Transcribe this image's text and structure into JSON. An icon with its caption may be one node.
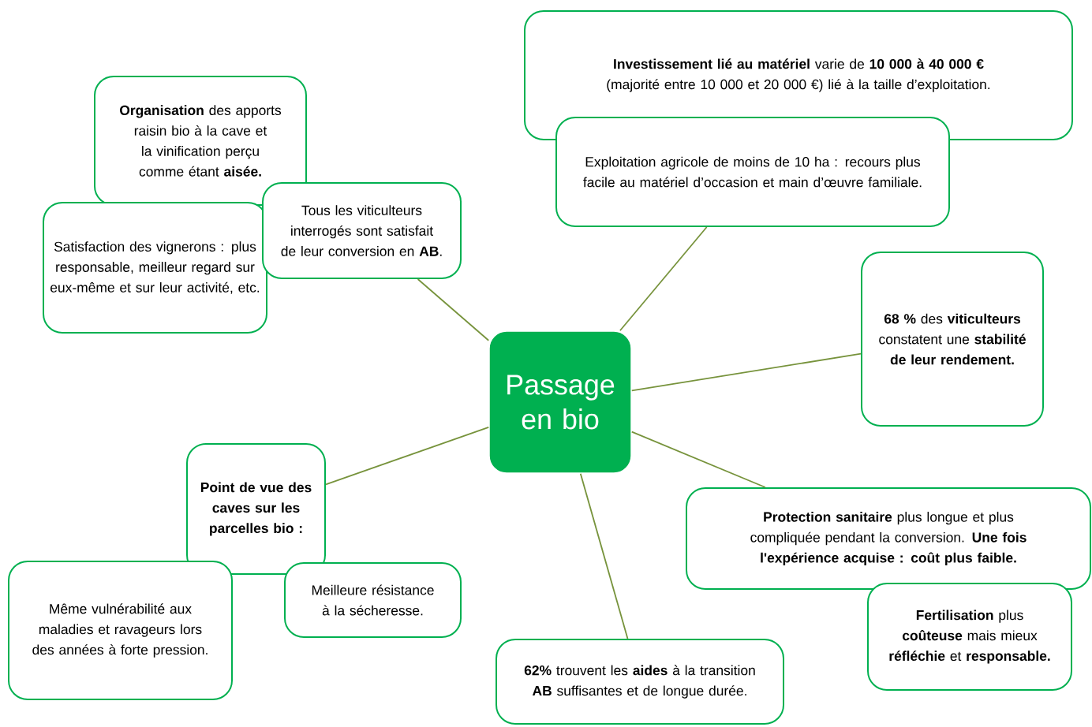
{
  "diagram": {
    "nodes": [
      {
        "text": [
          "Passage en bio"
        ]
      },
      {
        "text": [
          "**Organisation** des apports raisin bio à la cave et la vinification perçu comme étant **aisée.**"
        ]
      },
      {
        "text": [
          "Satisfaction des vignerons : plus responsable, meilleur regard sur eux-même et sur leur activité, etc."
        ]
      },
      {
        "text": [
          "Tous les viticulteurs interrogés sont satisfait de leur conversion en **AB**."
        ]
      },
      {
        "text": [
          "**Investissement lié au matériel** varie de **10 000 à 40 000 €** (majorité entre 10 000 et 20 000 €) lié à la taille d’exploitation."
        ]
      },
      {
        "text": [
          "Exploitation agricole de moins de 10 ha : recours plus facile au matériel d’occasion et main d’œuvre familiale."
        ]
      },
      {
        "text": [
          "**68 %** des **viticulteurs** constatent une **stabilité de leur rendement.**"
        ]
      },
      {
        "text": [
          "Point de vue des caves sur les parcelles bio :"
        ]
      },
      {
        "text": [
          "Même vulnérabilité aux maladies et ravageurs lors des années à forte pression."
        ]
      },
      {
        "text": [
          "Meilleure résistance à la sécheresse."
        ]
      },
      {
        "text": [
          "**Protection sanitaire** plus longue et plus compliquée pendant la conversion. **Une fois l'expérience acquise : coût plus faible.**"
        ]
      },
      {
        "text": [
          "**Fertilisation** plus **coûteuse** mais mieux **réfléchie** et **responsable.**"
        ]
      },
      {
        "text": [
          "**62%** trouvent les **aides** à la transition **AB** suffisantes et de longue durée."
        ]
      }
    ],
    "edges": [
      {
        "from": 0,
        "to": 3,
        "arrow": "none"
      },
      {
        "from": 0,
        "to": 5,
        "arrow": "none"
      },
      {
        "from": 0,
        "to": 6,
        "arrow": "none"
      },
      {
        "from": 0,
        "to": 7,
        "arrow": "none"
      },
      {
        "from": 0,
        "to": 10,
        "arrow": "none"
      },
      {
        "from": 0,
        "to": 12,
        "arrow": "none"
      }
    ]
  }
}
